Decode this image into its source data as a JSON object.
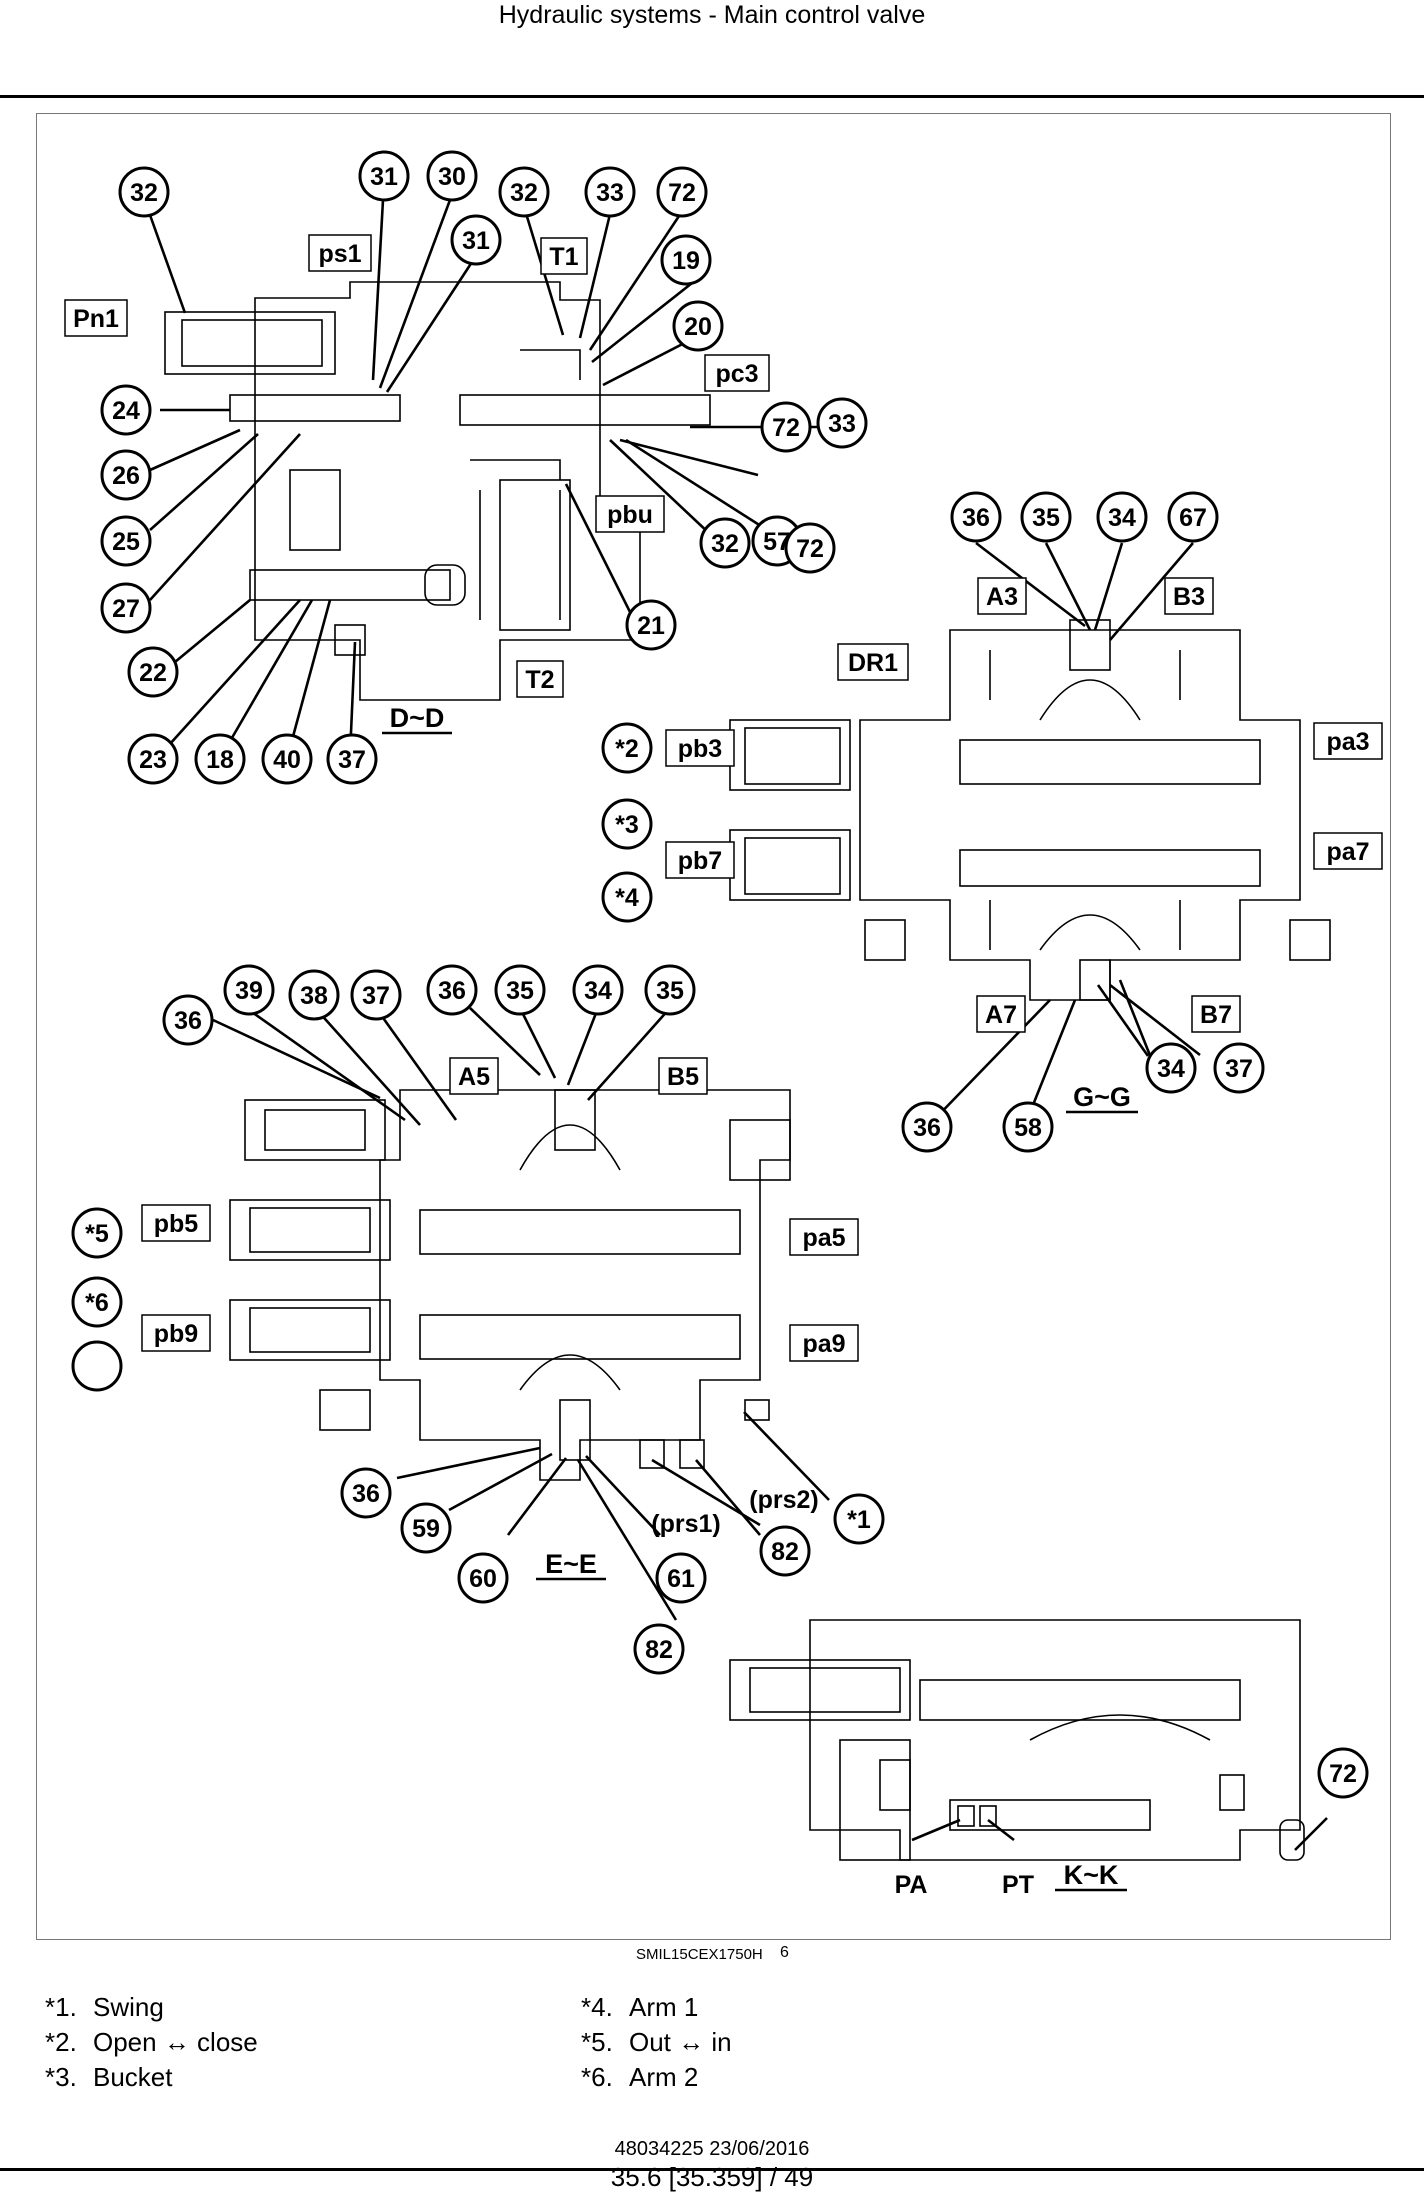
{
  "header": {
    "title": "Hydraulic systems - Main control valve"
  },
  "figure": {
    "code": "SMIL15CEX1750H",
    "number": "6"
  },
  "callouts": [
    "32",
    "31",
    "30",
    "31",
    "32",
    "33",
    "72",
    "19",
    "20",
    "24",
    "26",
    "25",
    "27",
    "72",
    "57",
    "33",
    "32",
    "72",
    "21",
    "22",
    "23",
    "18",
    "40",
    "37",
    "36",
    "35",
    "34",
    "67",
    "36",
    "39",
    "38",
    "37",
    "36",
    "35",
    "34",
    "35",
    "34",
    "37",
    "36",
    "58",
    "36",
    "59",
    "60",
    "61",
    "82",
    "72",
    "82",
    "*1",
    "*2",
    "*3",
    "*4",
    "*5",
    "*6"
  ],
  "port_labels": {
    "ps1": "ps1",
    "pn1": "Pn1",
    "t1": "T1",
    "pc3": "pc3",
    "pbu": "pbu",
    "t2": "T2",
    "a3": "A3",
    "b3": "B3",
    "dr1": "DR1",
    "pb3": "pb3",
    "pa3": "pa3",
    "pb7": "pb7",
    "pa7": "pa7",
    "a7": "A7",
    "b7": "B7",
    "a5": "A5",
    "b5": "B5",
    "pb5": "pb5",
    "pa5": "pa5",
    "pb9": "pb9",
    "pa9": "pa9",
    "prs1": "(prs1)",
    "prs2": "(prs2)",
    "pa": "PA",
    "pt": "PT"
  },
  "section_labels": {
    "dd": "D~D",
    "gg": "G~G",
    "ee": "E~E",
    "kk": "K~K"
  },
  "legend_left": [
    {
      "num": "*1.",
      "text": "Swing"
    },
    {
      "num": "*2.",
      "text": "Open ↔ close"
    },
    {
      "num": "*3.",
      "text": "Bucket"
    }
  ],
  "legend_right": [
    {
      "num": "*4.",
      "text": "Arm 1"
    },
    {
      "num": "*5.",
      "text": "Out ↔ in"
    },
    {
      "num": "*6.",
      "text": "Arm 2"
    }
  ],
  "footer": {
    "doc_id": "48034225 23/06/2016",
    "page_ref": "35.6 [35.359] / 49"
  }
}
